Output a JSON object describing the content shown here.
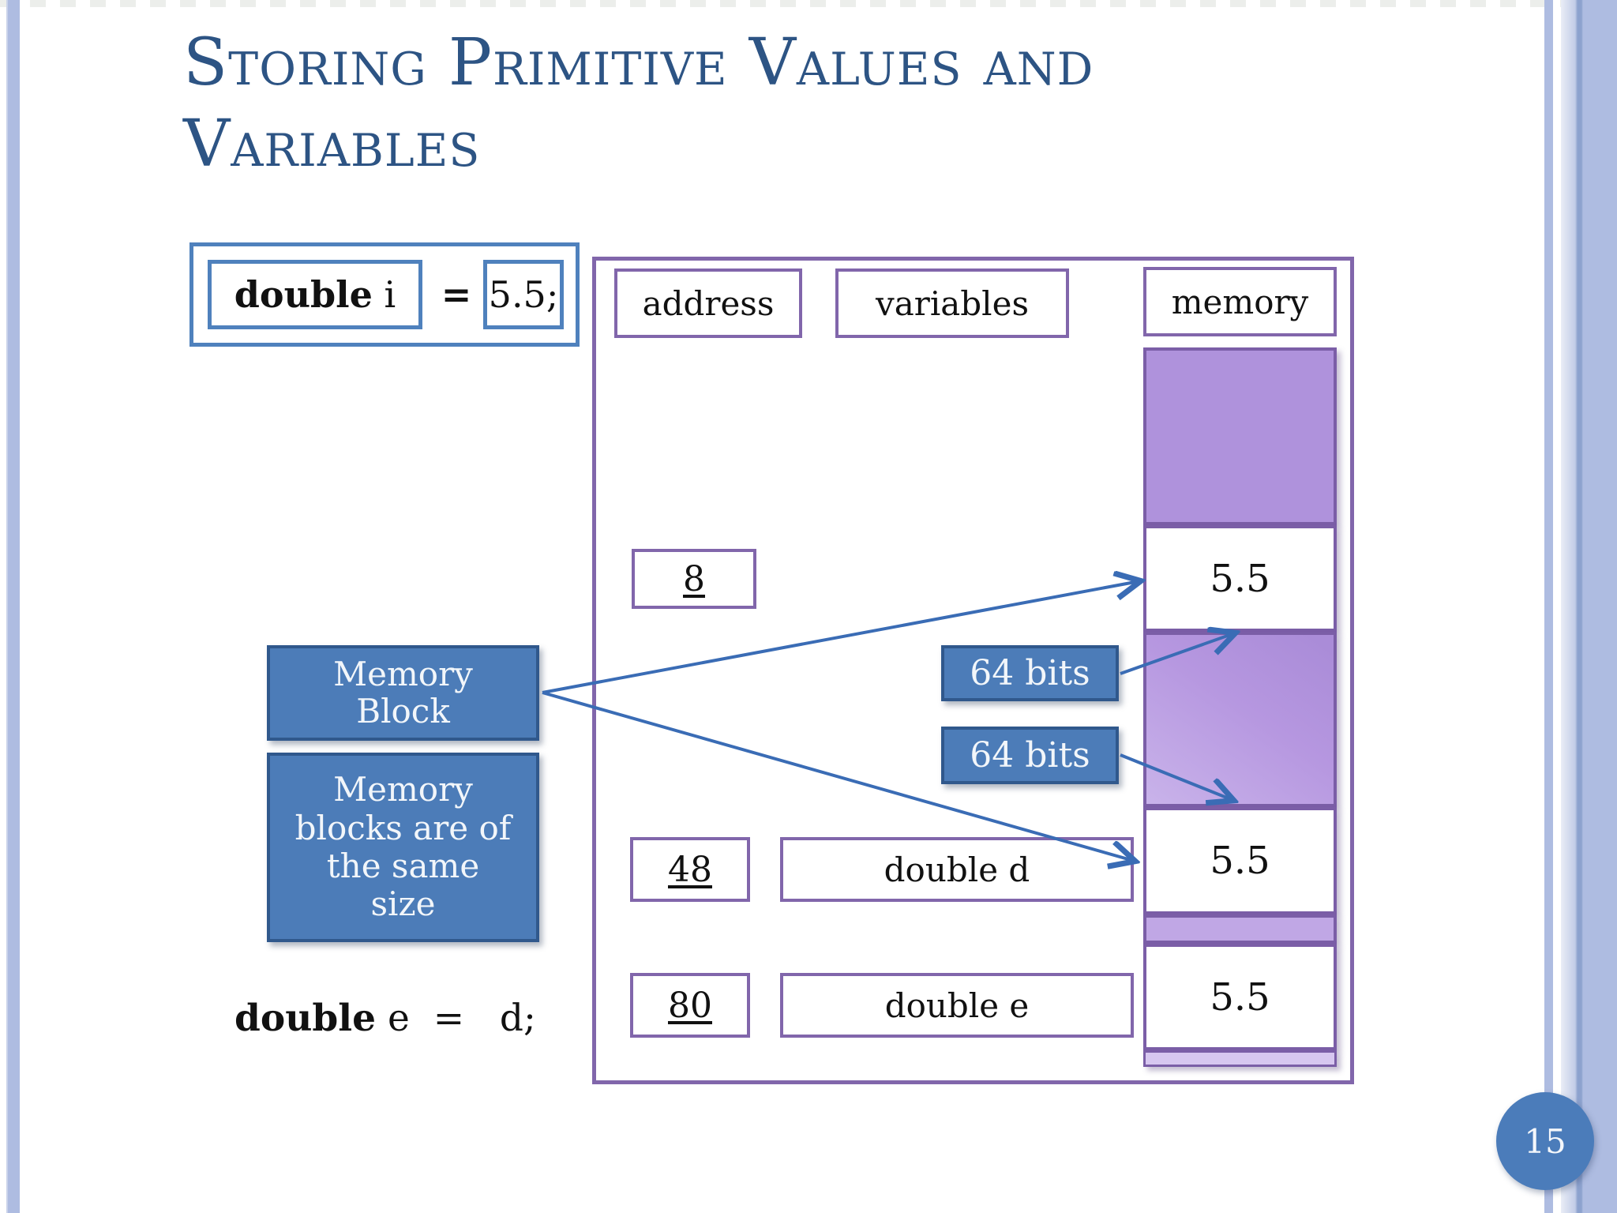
{
  "slide": {
    "title": "Storing Primitive Values and\nVariables",
    "page_number": "15"
  },
  "code_top": {
    "keyword": "double",
    "variable": "i",
    "equals": "=",
    "value": "5.5;"
  },
  "code_bottom": {
    "keyword": "double",
    "variable": "e",
    "equals": "=",
    "value": "d;"
  },
  "diagram": {
    "headers": {
      "address": "address",
      "variables": "variables",
      "memory": "memory"
    },
    "rows": [
      {
        "address": "8",
        "variable": "",
        "memory_value": "5.5"
      },
      {
        "address": "48",
        "variable": "double d",
        "memory_value": "5.5"
      },
      {
        "address": "80",
        "variable": "double e",
        "memory_value": "5.5"
      }
    ]
  },
  "callouts": {
    "memory_block": "Memory\nBlock",
    "same_size": "Memory\nblocks are of\nthe same\nsize",
    "bits_top": "64 bits",
    "bits_bottom": "64 bits"
  },
  "colors": {
    "title_text": "#2d5484",
    "code_box_border": "#4f81bd",
    "diagram_border": "#8166ab",
    "memory_fill": "#af92dc",
    "callout_fill": "#4c7cb8",
    "arrow": "#3a6cb5",
    "side_bar": "#aebce1",
    "page_circle": "#4b7cba"
  }
}
